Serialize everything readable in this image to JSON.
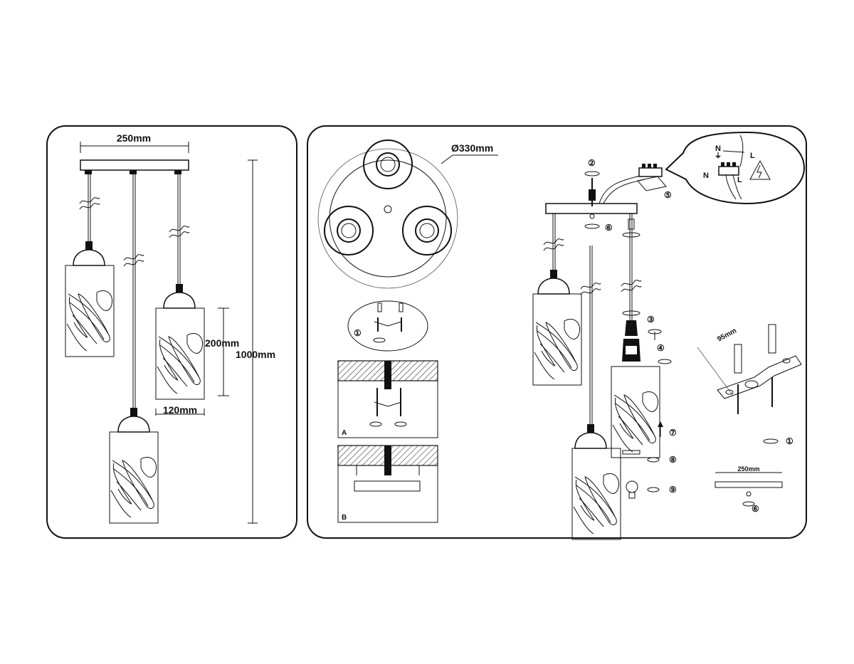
{
  "left_panel": {
    "dim_width": "250mm",
    "dim_height_shade": "200mm",
    "dim_total": "1000mm",
    "dim_shade_width": "120mm"
  },
  "right_panel": {
    "dim_diameter": "Ø330mm",
    "dim_bracket_spacing": "95mm",
    "dim_plate_width": "250mm",
    "detail_a_label": "A",
    "detail_b_label": "B",
    "steps": [
      "①",
      "②",
      "③",
      "④",
      "⑤",
      "⑥",
      "⑦",
      "⑧",
      "⑨"
    ],
    "wiring": {
      "n_label": "N",
      "l_label": "L",
      "earth_symbol": "⏚"
    }
  },
  "icons": [
    "twist-arrow-icon",
    "up-arrow-icon",
    "down-arrow-icon",
    "lightbulb-icon",
    "warning-icon",
    "screw-icon",
    "dowel-icon"
  ]
}
